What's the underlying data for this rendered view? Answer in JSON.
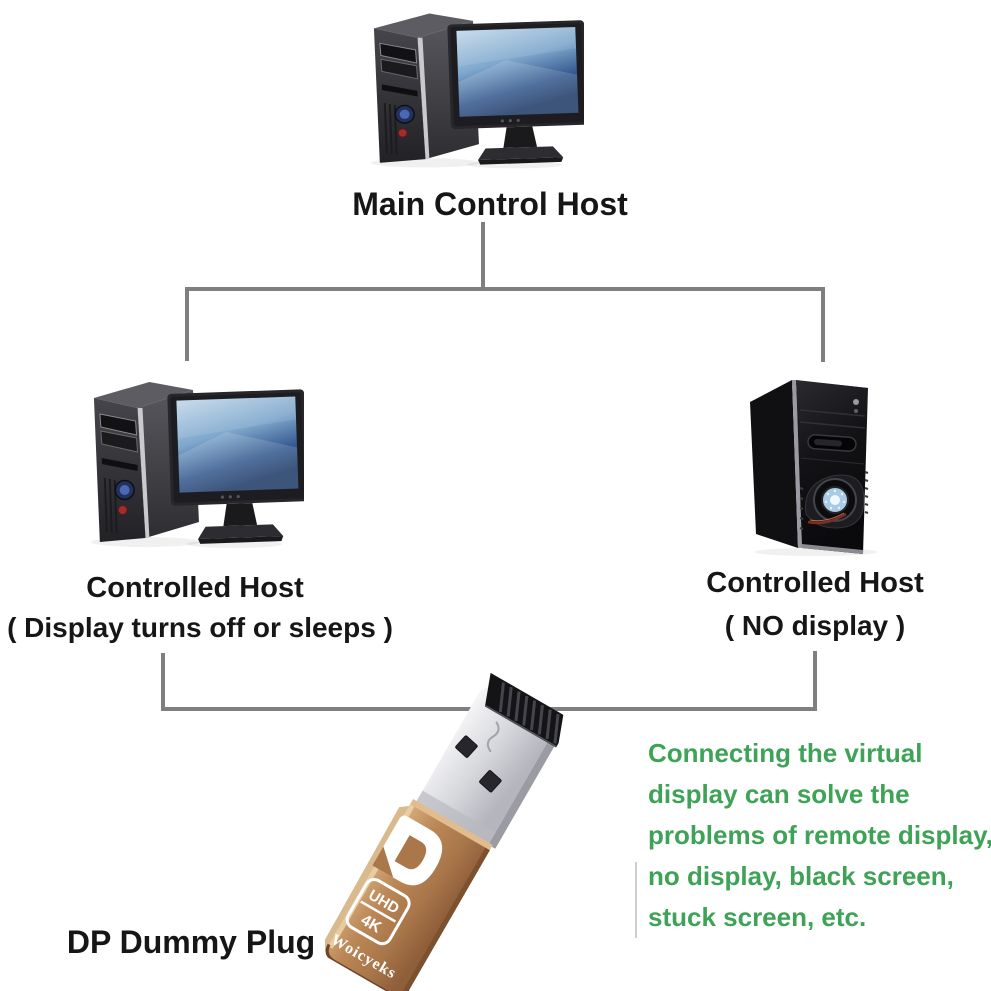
{
  "page": {
    "background": "#ffffff"
  },
  "palette": {
    "connector_line": "#7f7f7f",
    "label_text": "#161616",
    "note_text": "#3ea257",
    "plug_copper": "#aa774b",
    "plug_silver": "#d7d8dc"
  },
  "diagram": {
    "main_host": {
      "label": "Main Control Host",
      "icon": "desktop-computer"
    },
    "controlled_left": {
      "label": "Controlled Host",
      "sublabel": "( Display turns off or sleeps )",
      "icon": "desktop-computer"
    },
    "controlled_right": {
      "label": "Controlled Host",
      "sublabel": "( NO display )",
      "icon": "tower-pc"
    }
  },
  "product": {
    "label": "DP Dummy Plug",
    "logo_icon": "displayport-logo",
    "badge_top": "UHD",
    "badge_bottom": "4K",
    "brand": "Woicyeks"
  },
  "note": {
    "lines": [
      "Connecting the virtual",
      "display can solve the",
      "problems of remote display,",
      "no display, black screen,",
      "stuck screen, etc."
    ]
  }
}
